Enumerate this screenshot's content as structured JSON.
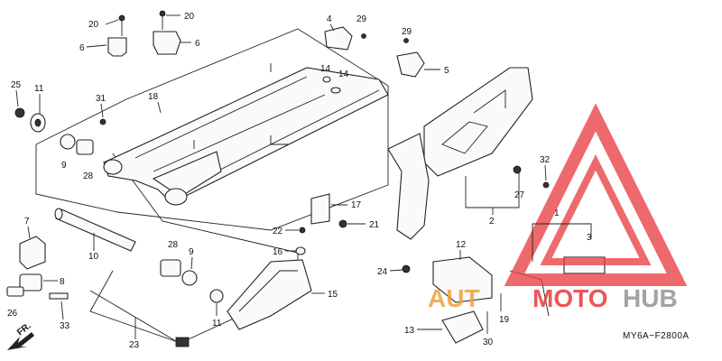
{
  "diagram": {
    "reference_code": "MY6A−F2800A",
    "direction_label": "FR.",
    "callouts": [
      {
        "text": "20"
      },
      {
        "text": "20"
      },
      {
        "text": "6"
      },
      {
        "text": "6"
      },
      {
        "text": "4"
      },
      {
        "text": "29"
      },
      {
        "text": "29"
      },
      {
        "text": "5"
      },
      {
        "text": "14"
      },
      {
        "text": "14"
      },
      {
        "text": "25"
      },
      {
        "text": "11"
      },
      {
        "text": "31"
      },
      {
        "text": "18"
      },
      {
        "text": "9"
      },
      {
        "text": "28"
      },
      {
        "text": "7"
      },
      {
        "text": "10"
      },
      {
        "text": "8"
      },
      {
        "text": "26"
      },
      {
        "text": "33"
      },
      {
        "text": "28"
      },
      {
        "text": "9"
      },
      {
        "text": "11"
      },
      {
        "text": "23"
      },
      {
        "text": "22"
      },
      {
        "text": "16"
      },
      {
        "text": "17"
      },
      {
        "text": "21"
      },
      {
        "text": "15"
      },
      {
        "text": "32"
      },
      {
        "text": "27"
      },
      {
        "text": "2"
      },
      {
        "text": "1"
      },
      {
        "text": "3"
      },
      {
        "text": "12"
      },
      {
        "text": "24"
      },
      {
        "text": "19"
      },
      {
        "text": "13"
      },
      {
        "text": "30"
      }
    ]
  },
  "watermark": {
    "text_left": "AUT",
    "text_mid": "MOTO",
    "text_right": "HUB",
    "color_red": "#e8393c",
    "color_orange": "#f0a040",
    "color_gray": "#9a9a9a"
  }
}
